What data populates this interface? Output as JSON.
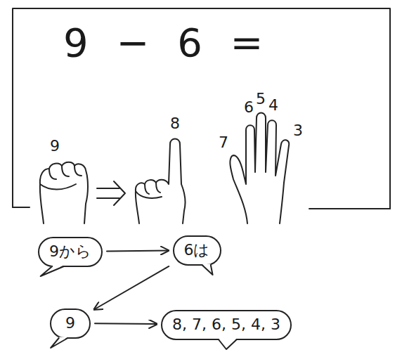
{
  "diagram": {
    "nodes": [
      {
        "text": [
          "9 − 6 ="
        ]
      },
      {
        "text": [
          "9から"
        ]
      },
      {
        "text": [
          "6は"
        ]
      },
      {
        "text": [
          "9"
        ]
      },
      {
        "text": [
          "8, 7, 6, 5, 4, 3"
        ]
      }
    ],
    "edges": [
      {
        "from": 1,
        "to": 2,
        "arrow": "to"
      },
      {
        "from": 2,
        "to": 3,
        "arrow": "to"
      },
      {
        "from": 3,
        "to": 4,
        "arrow": "to"
      }
    ],
    "labels": [
      "9",
      "8",
      "6",
      "5",
      "4",
      "7",
      "3"
    ]
  }
}
